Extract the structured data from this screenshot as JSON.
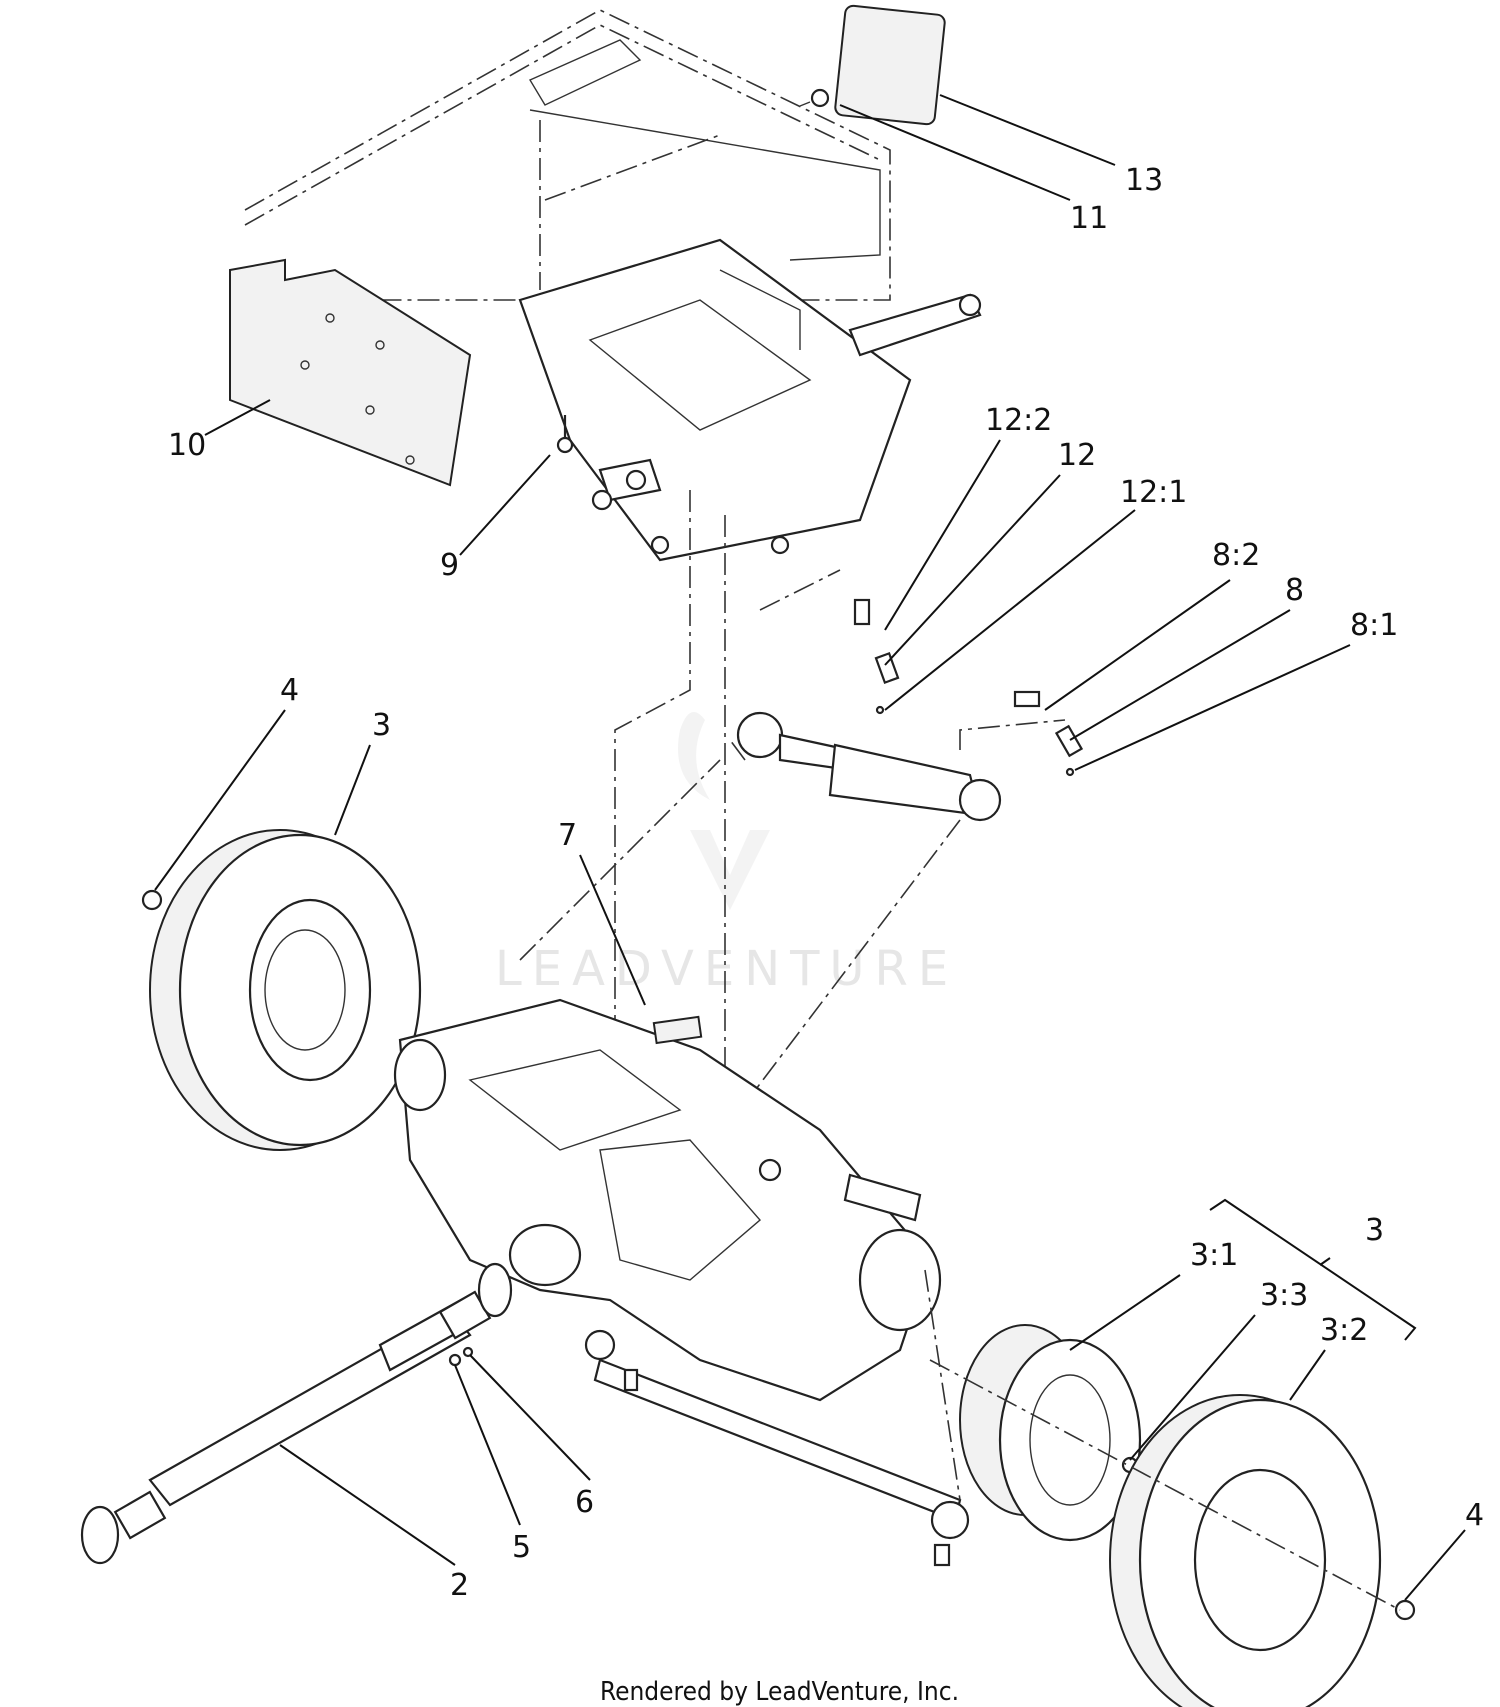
{
  "callouts": {
    "c13": "13",
    "c11": "11",
    "c10": "10",
    "c9": "9",
    "c12_2": "12:2",
    "c12": "12",
    "c12_1": "12:1",
    "c8_2": "8:2",
    "c8": "8",
    "c8_1": "8:1",
    "c4_left": "4",
    "c3_left": "3",
    "c7": "7",
    "c3_right": "3",
    "c3_1": "3:1",
    "c3_3": "3:3",
    "c3_2": "3:2",
    "c4_right": "4",
    "c5": "5",
    "c6": "6",
    "c2": "2"
  },
  "watermark": "LEADVENTURE",
  "footer": "Rendered by LeadVenture, Inc."
}
